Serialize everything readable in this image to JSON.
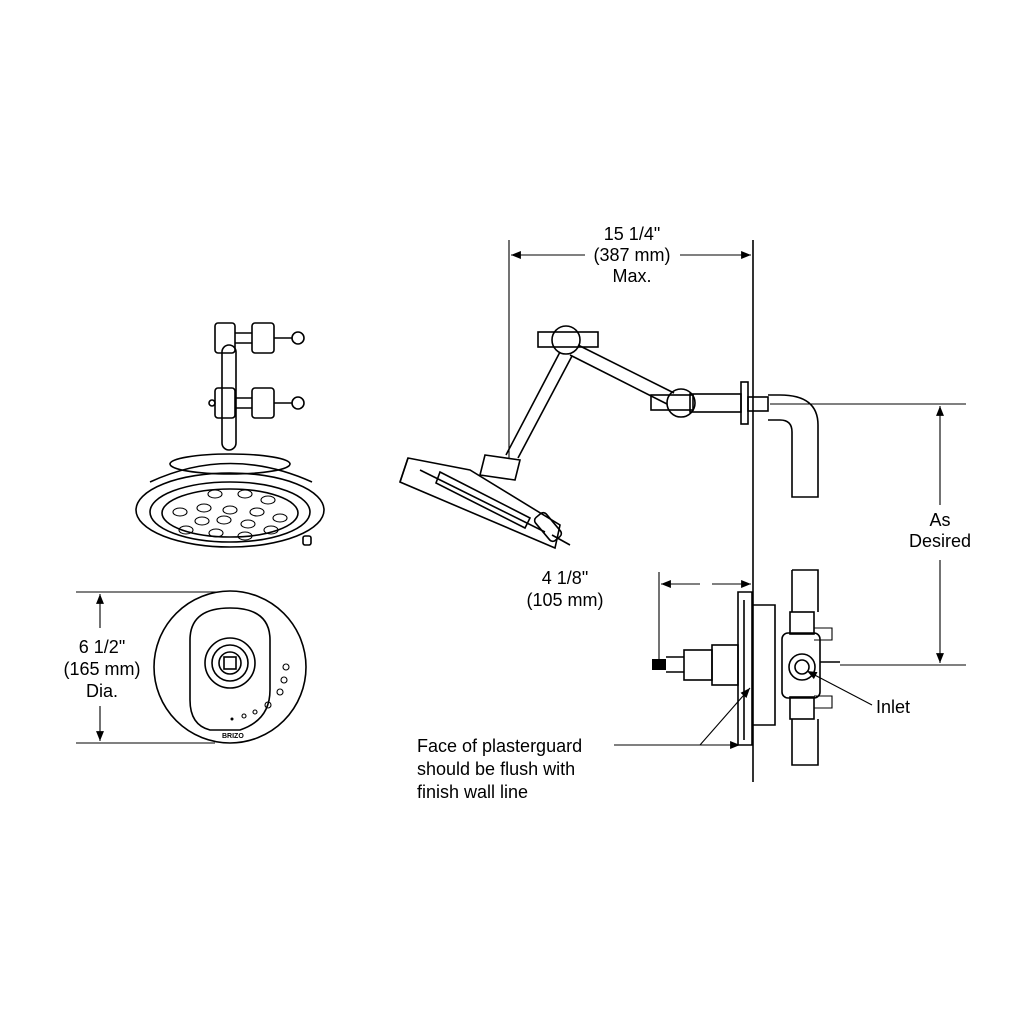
{
  "brand": "BRIZO",
  "dimensions": {
    "arm_reach": {
      "line1": "15 1/4\"",
      "line2": "(387 mm)",
      "line3": "Max."
    },
    "height": {
      "line1": "As",
      "line2": "Desired"
    },
    "valve_depth": {
      "line1": "4 1/8\"",
      "line2": "(105 mm)"
    },
    "trim_diameter": {
      "line1": "6 1/2\"",
      "line2": "(165 mm)",
      "line3": "Dia."
    }
  },
  "callouts": {
    "inlet": "Inlet",
    "plasterguard": {
      "line1": "Face of plasterguard",
      "line2": "should be flush with",
      "line3": "finish wall line"
    }
  }
}
